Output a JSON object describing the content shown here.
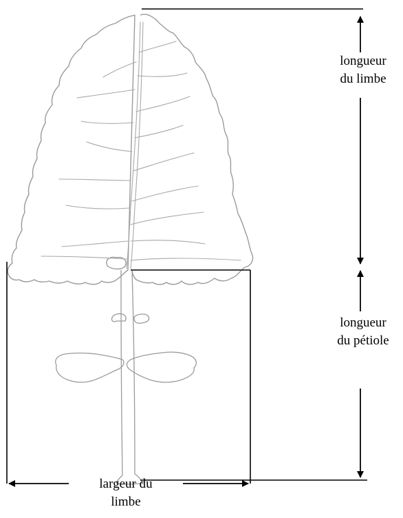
{
  "labels": {
    "limbe_length": [
      "longueur",
      "du limbe"
    ],
    "petiole_length": [
      "longueur",
      "du pétiole"
    ],
    "limbe_width": [
      "largeur du",
      "limbe"
    ]
  },
  "colors": {
    "leaf_outline": "#9a9a9a",
    "veins": "#a8a8a8",
    "measure_lines": "#000000"
  }
}
